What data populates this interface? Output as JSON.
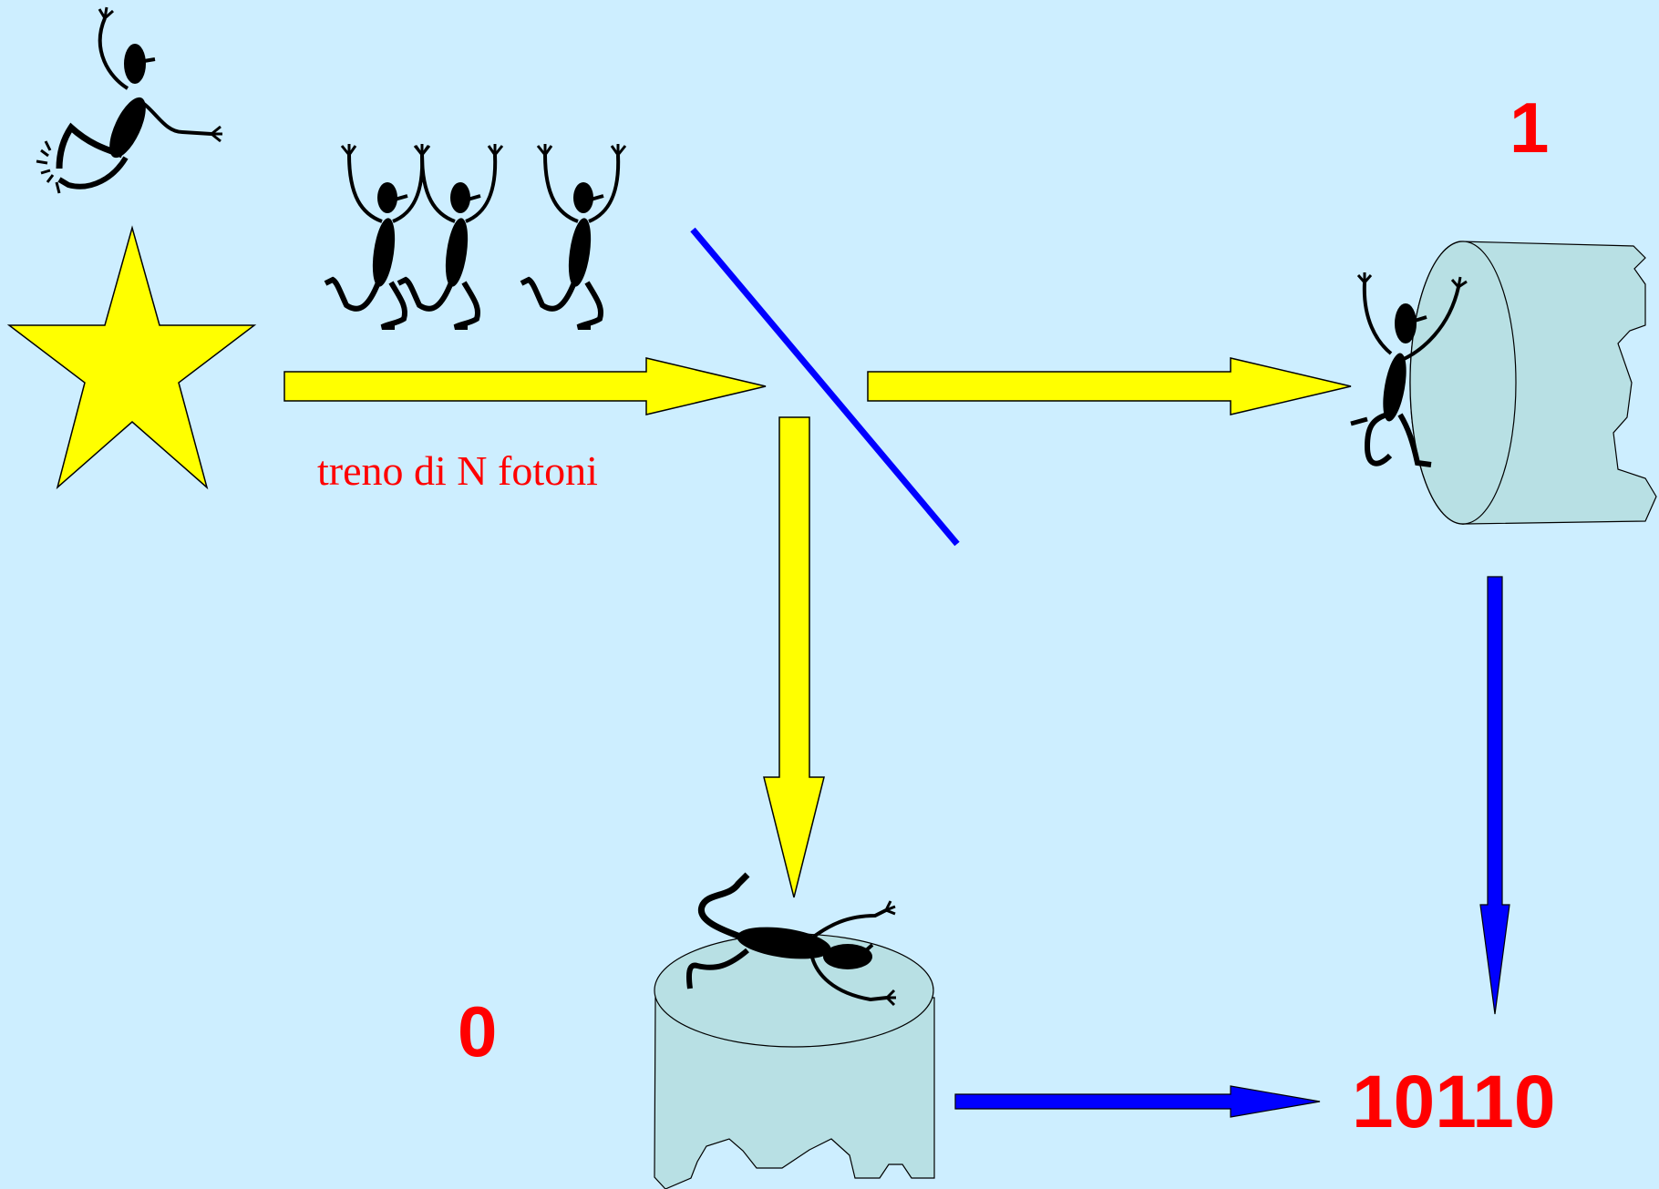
{
  "caption": "treno di N fotoni",
  "outcome_transmitted": "1",
  "outcome_reflected": "0",
  "result_bits": "10110",
  "colors": {
    "background": "#cdeeff",
    "star": "#ffff00",
    "beam_arrow": "#ffff00",
    "beam_splitter": "#0000ff",
    "data_arrow": "#0000ff",
    "detector": "#b8e0e4",
    "label": "#ff0000",
    "figure": "#000000"
  },
  "icons": {
    "source": "star-icon",
    "photon": "stick-figure-icon",
    "splitter": "mirror-line-icon",
    "detector": "cylinder-detector-icon"
  }
}
